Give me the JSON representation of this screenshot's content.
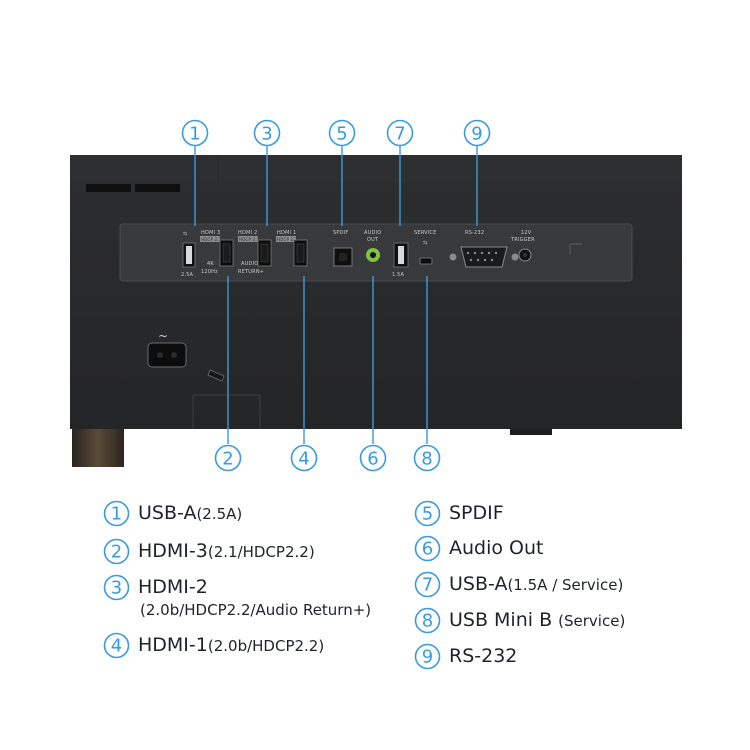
{
  "panel_labels": {
    "hdmi3": "HDMI 3",
    "hdmi3_sub": "HDCP 2.2",
    "hdmi2": "HDMI 2",
    "hdmi2_sub": "HDCP 2.2",
    "hdmi1": "HDMI 1",
    "hdmi1_sub": "HDCP 2.2",
    "four_k": "4K",
    "hz": "120Hz",
    "audio_return": "AUDIO",
    "audio_return_2": "RETURN+",
    "spdif": "SPDIF",
    "audio_out": "AUDIO",
    "audio_out_2": "OUT",
    "service": "SERVICE",
    "rs232": "RS-232",
    "trigger": "12V",
    "trigger_2": "TRIGGER",
    "usb_rating_left": "2.5A",
    "usb_rating_right": "1.5A"
  },
  "callouts": [
    "1",
    "2",
    "3",
    "4",
    "5",
    "6",
    "7",
    "8",
    "9"
  ],
  "legend": {
    "left": [
      {
        "num": "1",
        "title": "USB-A",
        "detail": "(2.5A)",
        "subline": ""
      },
      {
        "num": "2",
        "title": "HDMI-3",
        "detail": "(2.1/HDCP2.2)",
        "subline": ""
      },
      {
        "num": "3",
        "title": "HDMI-2",
        "detail": "",
        "subline": "(2.0b/HDCP2.2/Audio Return+)"
      },
      {
        "num": "4",
        "title": "HDMI-1",
        "detail": "(2.0b/HDCP2.2)",
        "subline": ""
      }
    ],
    "right": [
      {
        "num": "5",
        "title": "SPDIF",
        "detail": "",
        "subline": ""
      },
      {
        "num": "6",
        "title": "Audio Out",
        "detail": "",
        "subline": ""
      },
      {
        "num": "7",
        "title": "USB-A",
        "detail": "(1.5A / Service)",
        "subline": ""
      },
      {
        "num": "8",
        "title": "USB Mini B",
        "detail": "(Service)",
        "subline": ""
      },
      {
        "num": "9",
        "title": "RS-232",
        "detail": "",
        "subline": ""
      }
    ]
  },
  "colors": {
    "accent": "#3a9ae0",
    "device": "#2b2c2e",
    "panel": "#3a3b3d",
    "text": "#1f2328"
  }
}
